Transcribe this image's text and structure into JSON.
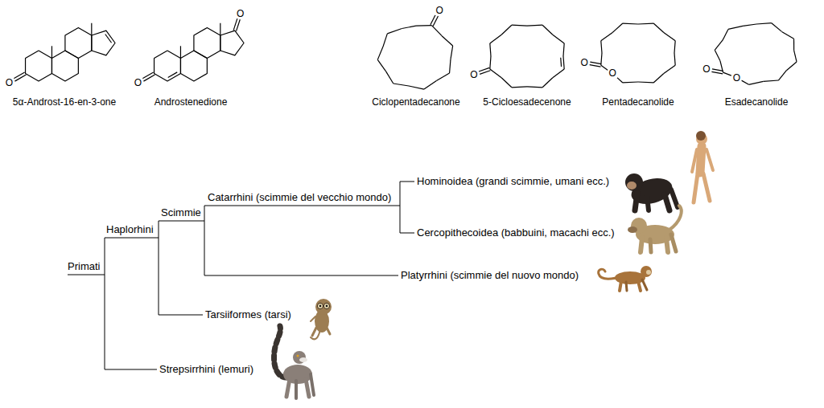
{
  "diagram": {
    "labels": [
      "O",
      "O",
      "O",
      "O",
      "O",
      "O",
      "O",
      "O",
      "O",
      "5α-Androst-16-en-3-one",
      "Androstenedione",
      "Ciclopentadecanone",
      "5-Cicloesadecenone",
      "Pentadecanolide",
      "Esadecanolide",
      "Primati",
      "Haplorhini",
      "Scimmie",
      "Catarrhini (scimmie del vecchio mondo)",
      "Hominoidea (grandi scimmie, umani ecc.)",
      "Cercopithecoidea (babbuini, macachi ecc.)",
      "Platyrrhini (scimmie del nuovo mondo)",
      "Tarsiiformes (tarsi)",
      "Strepsirrhini (lemuri)"
    ]
  }
}
